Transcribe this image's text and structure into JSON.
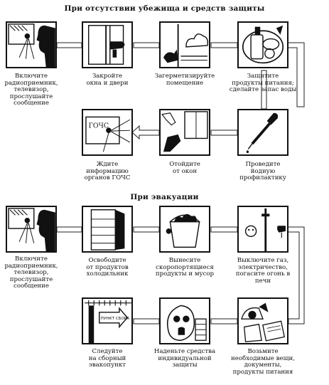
{
  "sections": [
    {
      "title": "При отсутствии убежища и средств защиты",
      "steps": [
        {
          "icon": "radio-tv-icon",
          "lines": [
            "Включите",
            "радиоприемник,",
            "телевизор,",
            "прослушайте",
            "сообщение"
          ]
        },
        {
          "icon": "close-window-icon",
          "lines": [
            "Закройте",
            "окна и двери"
          ]
        },
        {
          "icon": "seal-room-icon",
          "lines": [
            "Загерметизируйте",
            "помещение"
          ]
        },
        {
          "icon": "food-water-icon",
          "lines": [
            "Защитите",
            "продукты питания;",
            "сделайте запас воды"
          ]
        },
        {
          "icon": "iodine-dropper-icon",
          "lines": [
            "Проведите",
            "йодную",
            "профилактику"
          ]
        },
        {
          "icon": "away-window-icon",
          "lines": [
            "Отойдите",
            "от окон"
          ]
        },
        {
          "icon": "gochs-tv-icon",
          "lines": [
            "Ждите",
            "информацию",
            "органов ГОЧС"
          ],
          "sign": "ГОЧС"
        }
      ]
    },
    {
      "title": "При эвакуации",
      "steps": [
        {
          "icon": "radio-tv-icon",
          "lines": [
            "Включите",
            "радиоприемник,",
            "телевизор,",
            "прослушайте",
            "сообщение"
          ]
        },
        {
          "icon": "fridge-icon",
          "lines": [
            "Освободите",
            "от продуктов",
            "холодильник"
          ]
        },
        {
          "icon": "trash-bucket-icon",
          "lines": [
            "Вынесите",
            "скоропортящиеся",
            "продукты и мусор"
          ]
        },
        {
          "icon": "gas-off-icon",
          "lines": [
            "Выключите газ,",
            "электричество,",
            "погасите огонь в печи"
          ]
        },
        {
          "icon": "documents-bag-icon",
          "lines": [
            "Возьмите",
            "необходимые вещи,",
            "документы,",
            "продукты питания"
          ]
        },
        {
          "icon": "gas-mask-icon",
          "lines": [
            "Наденьте средства",
            "индивидуальной",
            "защиты"
          ]
        },
        {
          "icon": "assembly-sign-icon",
          "lines": [
            "Следуйте",
            "на сборный",
            "эвакопункт"
          ],
          "sign": "ПУНКТ СБОРА"
        }
      ]
    }
  ]
}
